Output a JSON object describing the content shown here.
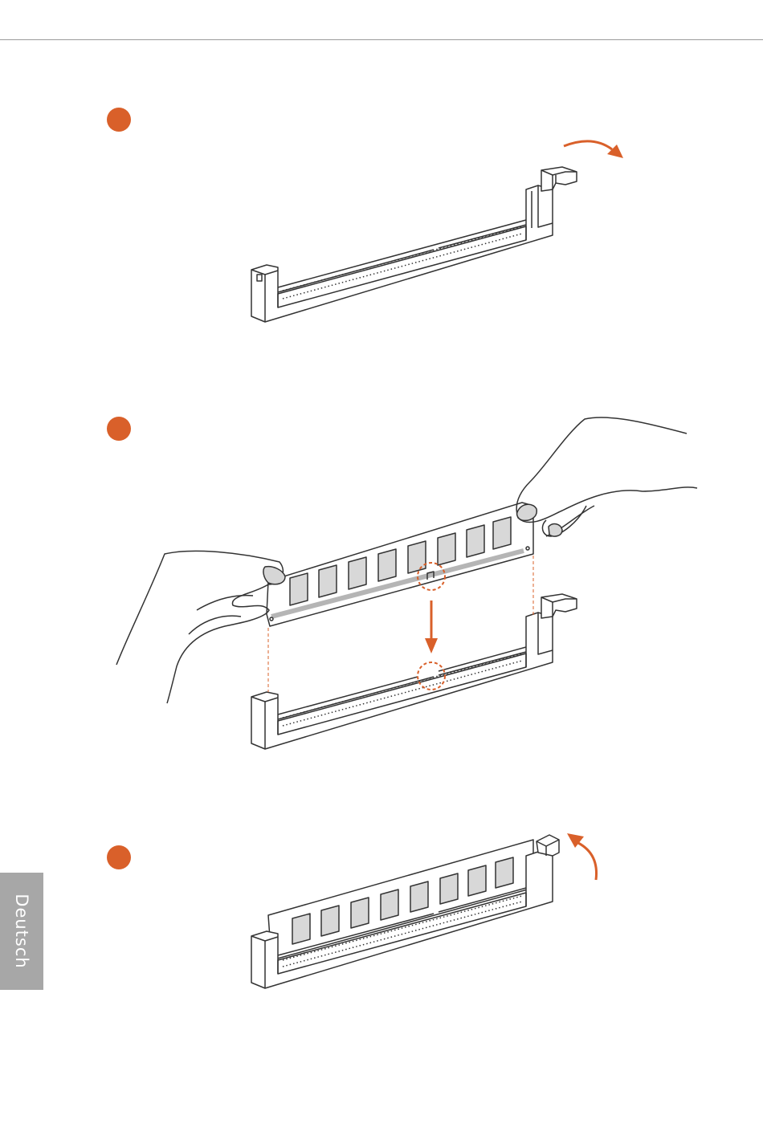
{
  "page": {
    "side_tab_label": "Deutsch"
  },
  "colors": {
    "accent": "#d9602a",
    "side_tab": "#a7a7a7",
    "rule": "#9a9a9a",
    "line": "#333333"
  },
  "steps": [
    {
      "icon": "step-1-badge"
    },
    {
      "icon": "step-2-badge"
    },
    {
      "icon": "step-3-badge"
    }
  ]
}
